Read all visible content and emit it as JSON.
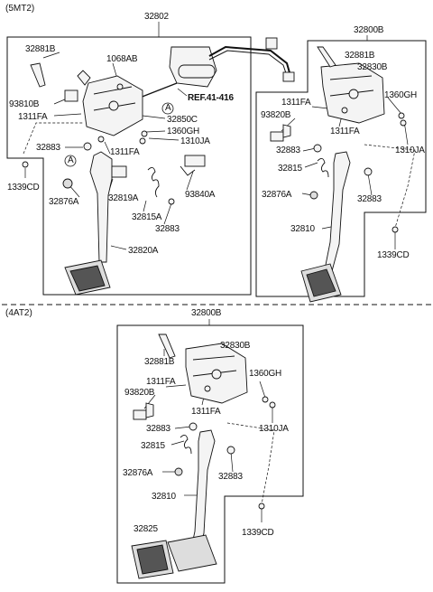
{
  "sections": {
    "mt": "(5MT2)",
    "at": "(4AT2)"
  },
  "labels": {
    "p32802": "32802",
    "p32881B_a": "32881B",
    "p1068AB": "1068AB",
    "p93810B": "93810B",
    "p1311FA_a": "1311FA",
    "refLabel": "REF.41-416",
    "p32850C": "32850C",
    "p1360GH_a": "1360GH",
    "p1310JA_a": "1310JA",
    "p32883_a": "32883",
    "p1311FA_b": "1311FA",
    "p1339CD_a": "1339CD",
    "p32876A_a": "32876A",
    "p32819A": "32819A",
    "p93840A": "93840A",
    "p32815A": "32815A",
    "p32883_b": "32883",
    "p32820A": "32820A",
    "circleA1": "A",
    "circleA2": "A",
    "p32800B_a": "32800B",
    "p32881B_b": "32881B",
    "p32830B_a": "32830B",
    "p1311FA_c": "1311FA",
    "p1360GH_b": "1360GH",
    "p93820B_a": "93820B",
    "p1311FA_d": "1311FA",
    "p1310JA_b": "1310JA",
    "p32883_c": "32883",
    "p32815_a": "32815",
    "p32876A_b": "32876A",
    "p32883_d": "32883",
    "p32810_a": "32810",
    "p1339CD_b": "1339CD",
    "p32800B_b": "32800B",
    "p32881B_c": "32881B",
    "p32830B_b": "32830B",
    "p1311FA_e": "1311FA",
    "p1360GH_c": "1360GH",
    "p93820B_b": "93820B",
    "p1311FA_f": "1311FA",
    "p1310JA_c": "1310JA",
    "p32883_e": "32883",
    "p32815_b": "32815",
    "p32876A_c": "32876A",
    "p32883_f": "32883",
    "p32810_b": "32810",
    "p32825": "32825",
    "p1339CD_c": "1339CD"
  }
}
